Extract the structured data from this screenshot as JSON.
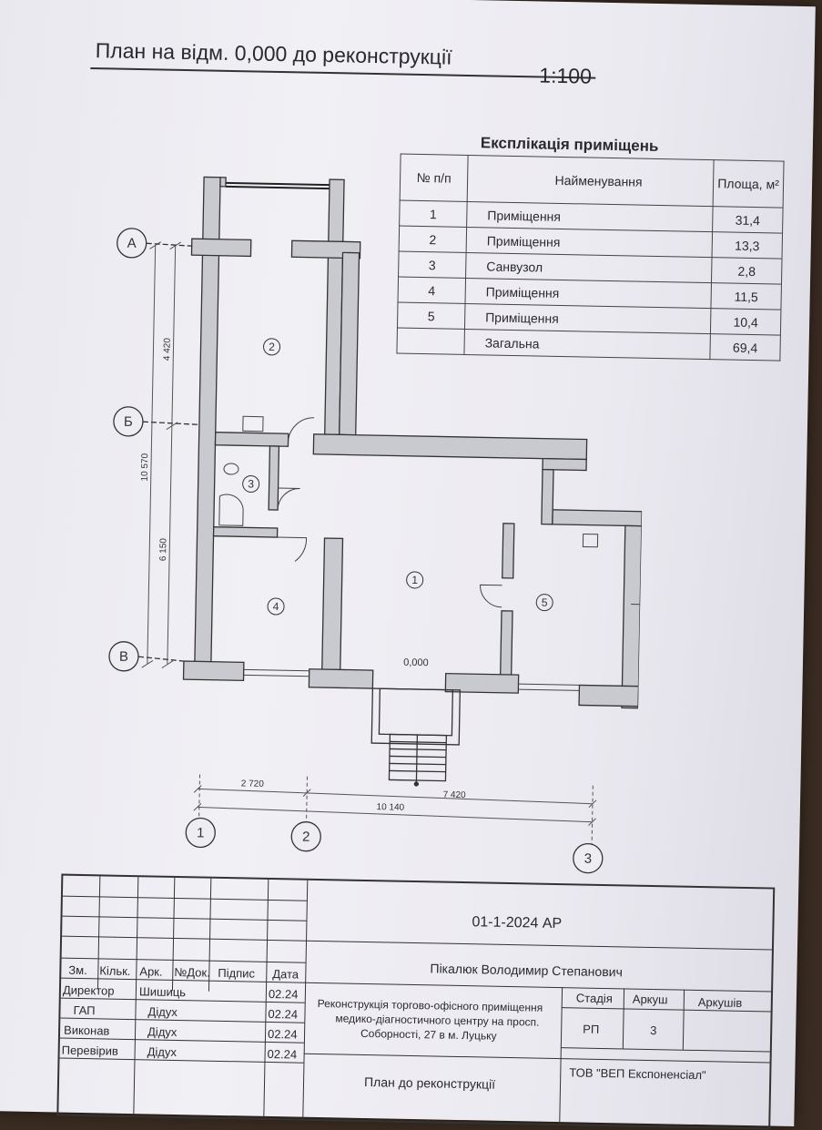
{
  "header": {
    "title": "План на відм. 0,000 до реконструкції",
    "scale": "1:100"
  },
  "explication": {
    "title": "Експлікація приміщень",
    "columns": {
      "num": "№ п/п",
      "name": "Найменування",
      "area": "Площа, м²"
    },
    "rows": [
      {
        "num": "1",
        "name": "Приміщення",
        "area": "31,4"
      },
      {
        "num": "2",
        "name": "Приміщення",
        "area": "13,3"
      },
      {
        "num": "3",
        "name": "Санвузол",
        "area": "2,8"
      },
      {
        "num": "4",
        "name": "Приміщення",
        "area": "11,5"
      },
      {
        "num": "5",
        "name": "Приміщення",
        "area": "10,4"
      }
    ],
    "total": {
      "name": "Загальна",
      "area": "69,4"
    }
  },
  "plan": {
    "axes_letter": [
      "А",
      "Б",
      "В"
    ],
    "axes_number": [
      "1",
      "2",
      "3"
    ],
    "dimensions": {
      "v_ab": "4 420",
      "v_total": "10 570",
      "v_bv": "6 150",
      "h_12": "2 720",
      "h_23": "7 420",
      "h_total": "10 140"
    },
    "rooms": [
      "1",
      "2",
      "3",
      "4",
      "5"
    ],
    "level": "0,000"
  },
  "stamp": {
    "code": "01-1-2024  АР",
    "owner": "Пікалюк Володимир Степанович",
    "project": [
      "Реконструкція торгово-офісного приміщення",
      "медико-діагностичного центру на просп.",
      "Соборності, 27 в м. Луцьку"
    ],
    "sheet_title": "План до реконструкції",
    "company": "ТОВ \"ВЕП Експоненсіал\"",
    "col_headers": [
      "Зм.",
      "Кільк.",
      "Арк.",
      "№Док.",
      "Підпис",
      "Дата"
    ],
    "signers": [
      {
        "role": "Директор",
        "name": "Шишиць",
        "date": "02.24"
      },
      {
        "role": "ГАП",
        "name": "Дідух",
        "date": "02.24"
      },
      {
        "role": "Виконав",
        "name": "Дідух",
        "date": "02.24"
      },
      {
        "role": "Перевірив",
        "name": "Дідух",
        "date": "02.24"
      }
    ],
    "stage_headers": {
      "stage": "Стадія",
      "sheet": "Аркуш",
      "sheets": "Аркушів"
    },
    "stage_values": {
      "stage": "РП",
      "sheet": "3",
      "sheets": ""
    }
  }
}
